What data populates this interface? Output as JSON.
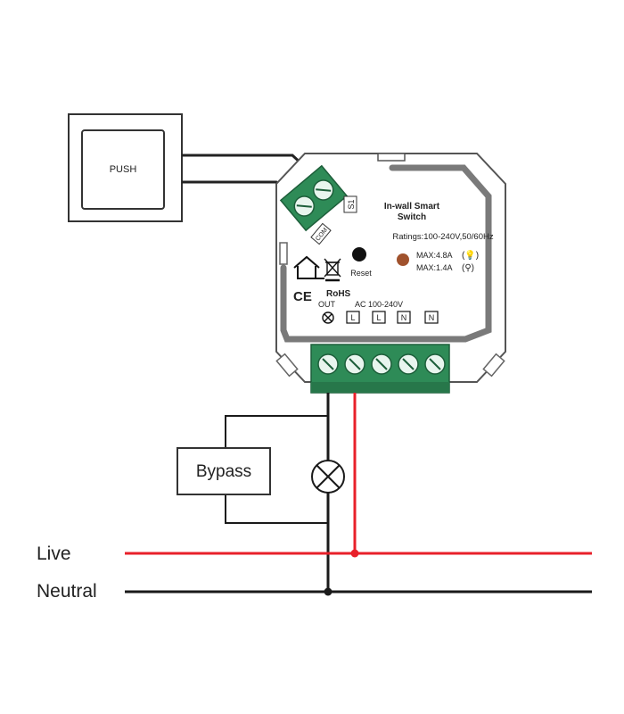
{
  "push_switch": {
    "label": "PUSH"
  },
  "module": {
    "title_line1": "In-wall Smart",
    "title_line2": "Switch",
    "ratings": "Ratings:100-240V,50/60Hz",
    "max_bulb": "MAX:4.8A",
    "max_led": "MAX:1.4A",
    "reset_label": "Reset",
    "s1_label": "S1",
    "com_label": "COM",
    "ce_mark": "CE",
    "rohs": "RoHS",
    "out_label": "OUT",
    "ac_label": "AC 100-240V",
    "terminals": [
      "L",
      "L",
      "N",
      "N"
    ],
    "indicator_color": "#a0522d"
  },
  "bypass": {
    "label": "Bypass"
  },
  "lines": {
    "live_label": "Live",
    "neutral_label": "Neutral",
    "live_color": "#e8202a",
    "neutral_color": "#1a1a1a"
  }
}
